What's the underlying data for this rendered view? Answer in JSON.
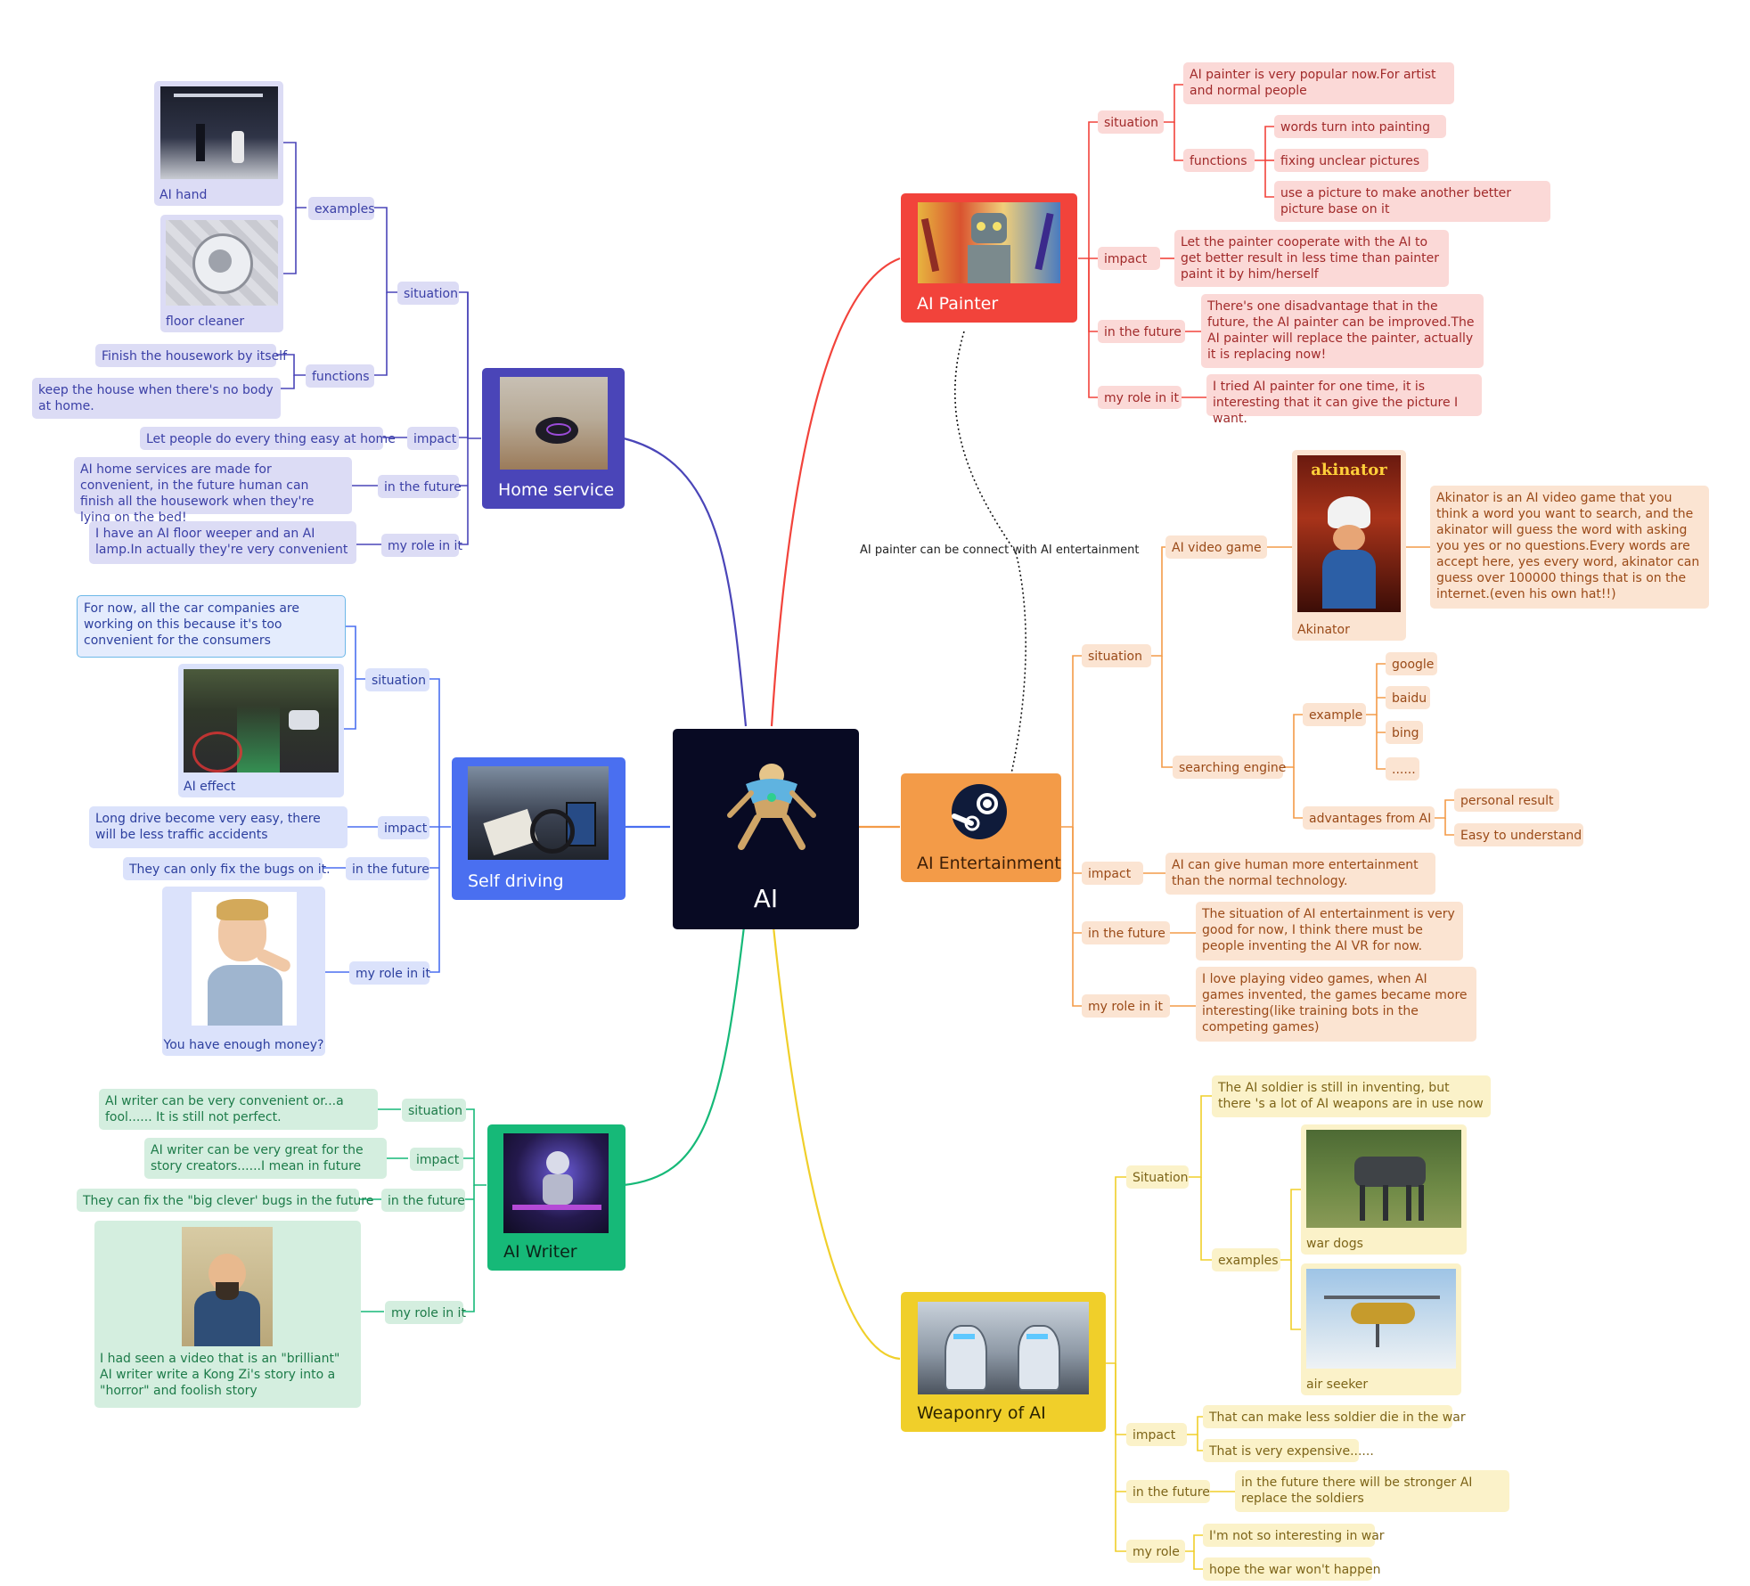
{
  "center": {
    "title": "AI"
  },
  "relationship": {
    "label": "AI painter can be connect with AI entertainment"
  },
  "colors": {
    "home": "#4a45b8",
    "self_driving": "#4a6ff0",
    "writer": "#16b978",
    "painter": "#f2433b",
    "entertainment": "#f39b48",
    "weaponry": "#f0cf2a",
    "center": "#080a23"
  },
  "home": {
    "title": "Home service",
    "situation": "situation",
    "examples": "examples",
    "ai_hand": "AI hand",
    "floor_cleaner": "floor cleaner",
    "functions": "functions",
    "f1": "Finish the housework by itself",
    "f2": "keep the house when there's no body at home.",
    "impact": "impact",
    "impact_text": "Let people do every thing easy at home",
    "future": "in the future",
    "future_text": "AI home services are made for convenient, in the future human can finish all the housework when they're lying on the bed!",
    "role": "my role in it",
    "role_text": "I have an AI floor weeper and an AI lamp.In actually they're very convenient"
  },
  "self_driving": {
    "title": "Self driving",
    "situation": "situation",
    "situation_text": "For now, all the car companies are working on this because it's too convenient for the consumers",
    "ai_effect": "AI effect",
    "impact": "impact",
    "impact_text": "Long drive become very easy, there will be less traffic accidents",
    "future": "in the future",
    "future_text": "They can only fix the bugs on it.",
    "role": "my role in it",
    "role_caption": "You have enough money?"
  },
  "writer": {
    "title": "AI Writer",
    "situation": "situation",
    "situation_text": "AI writer can be very convenient or...a fool...... It is still not perfect.",
    "impact": "impact",
    "impact_text": "AI writer can be very great for the story creators......I mean in future",
    "future": "in the future",
    "future_text": "They can fix the \"big clever' bugs in the future",
    "role": "my role in it",
    "role_text": "I had seen a video that is an \"brilliant\"  AI writer write a Kong Zi's story into a \"horror\" and foolish story"
  },
  "painter": {
    "title": "AI Painter",
    "situation": "situation",
    "situation_text": "AI painter is very popular now.For artist and normal people",
    "functions": "functions",
    "f1": "words turn into painting",
    "f2": "fixing unclear pictures",
    "f3": "use a picture to make another better picture base on it",
    "impact": "impact",
    "impact_text": "Let the painter cooperate with the AI to get better result in less time than painter paint it by him/herself",
    "future": "in the future",
    "future_text": "There's one disadvantage that in the future, the AI painter can be improved.The AI painter will replace the painter, actually it is replacing now!",
    "role": "my role in it",
    "role_text": "I tried AI painter for one time, it is interesting that it can give the picture I want."
  },
  "entertainment": {
    "title": "AI Entertainment",
    "situation": "situation",
    "video_game": "AI video game",
    "akinator_logo": "akinator",
    "akinator": "Akinator",
    "akinator_text": "Akinator is an AI video game that you think a word you want to search, and the akinator will guess the word with asking you yes or no questions.Every words are accept here, yes every word, akinator can guess over 100000 things that is on the internet.(even his own hat!!)",
    "search_engine": "searching engine",
    "example": "example",
    "e1": "google",
    "e2": "baidu",
    "e3": "bing",
    "e4": "......",
    "advantages": "advantages from AI",
    "a1": "personal result",
    "a2": "Easy to understand",
    "impact": "impact",
    "impact_text": "AI can give human more entertainment than the normal technology.",
    "future": "in the future",
    "future_text": "The situation of AI entertainment is very good for now, I think there must be people inventing  the AI VR for now.",
    "role": "my role in it",
    "role_text": "I love playing video games, when AI games invented, the games became more interesting(like training bots in the competing games)"
  },
  "weaponry": {
    "title": "Weaponry of AI",
    "situation": "Situation",
    "situation_text": "The AI soldier is still in inventing, but there 's a lot of AI weapons are in use now",
    "examples": "examples",
    "war_dogs": "war dogs",
    "air_seeker": "air seeker",
    "impact": "impact",
    "i1": "That can make less soldier die in the war",
    "i2": "That is very expensive......",
    "future": "in the future",
    "future_text": "in the future there will be stronger AI replace the soldiers",
    "role": "my role",
    "r1": "I'm not so interesting in war",
    "r2": "hope the war won't happen"
  }
}
